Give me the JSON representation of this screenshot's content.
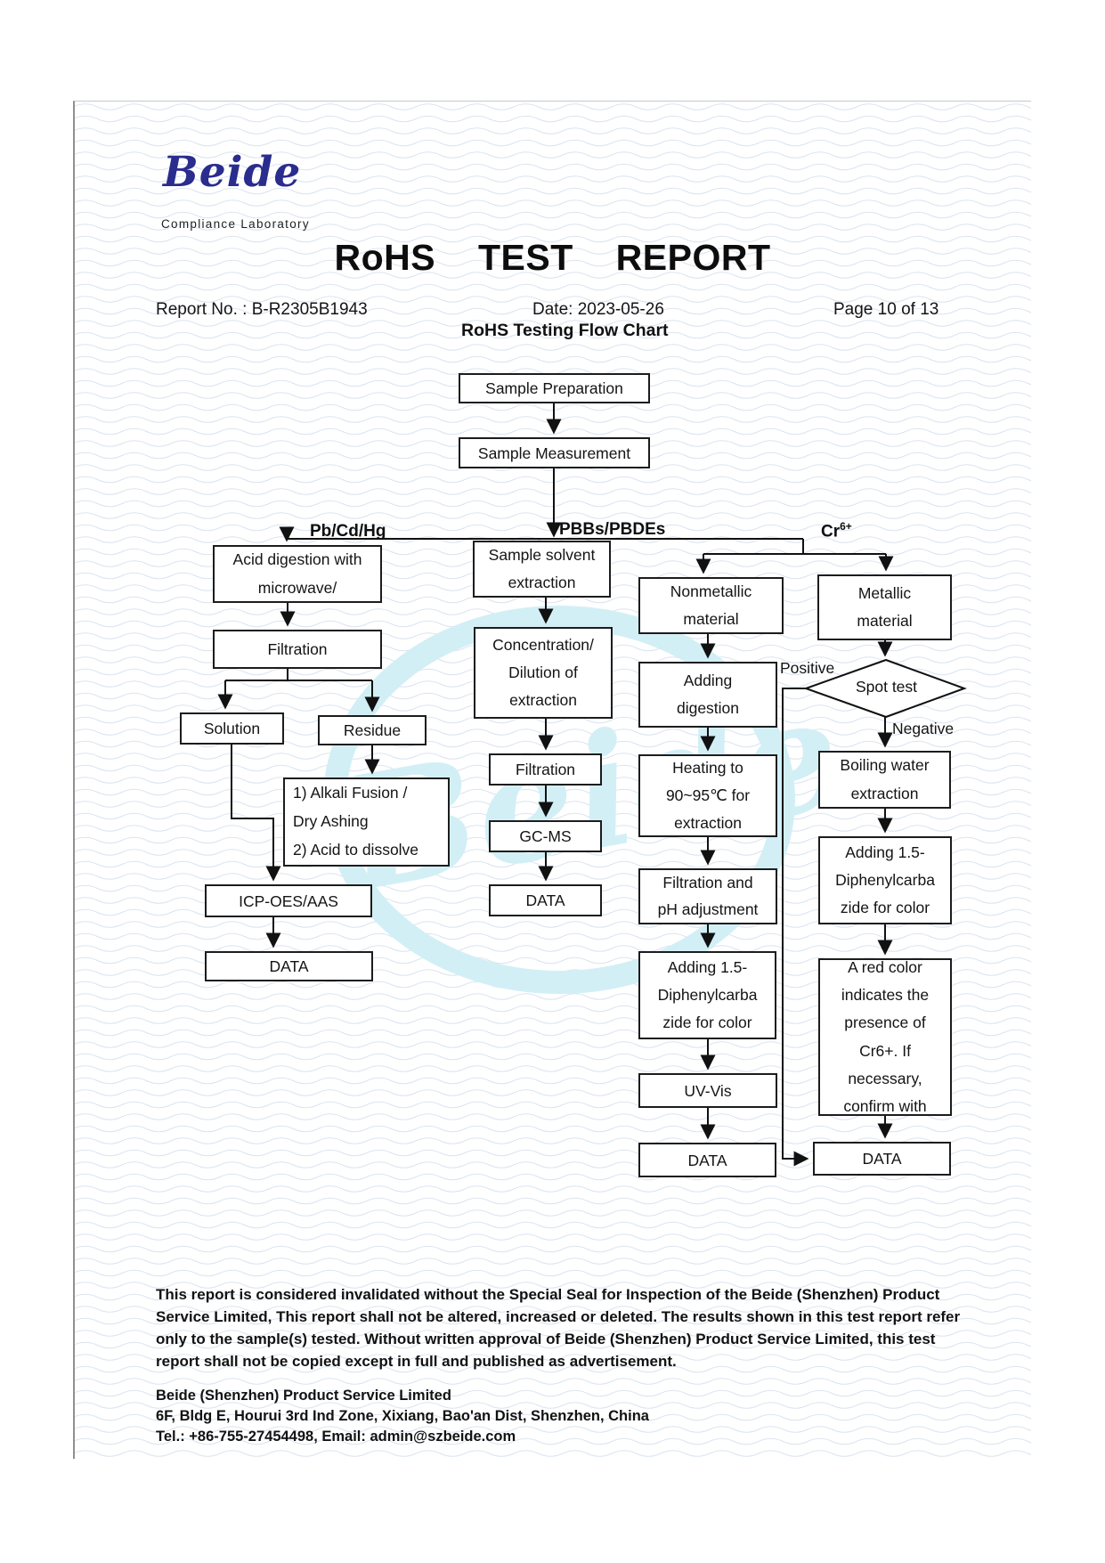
{
  "page": {
    "logo": {
      "brand": "Beide",
      "tagline": "Compliance  Laboratory"
    },
    "title": "RoHS TEST REPORT",
    "report_no": "Report No. : B-R2305B1943",
    "date": "Date: 2023-05-26",
    "page_number": "Page 10 of 13",
    "subtitle": "RoHS Testing Flow Chart"
  },
  "colors": {
    "brand_blue": "#2a2c8e",
    "watermark_cyan": "#d2eff6",
    "line_black": "#111111"
  },
  "flow": {
    "branch_labels": {
      "left": "Pb/Cd/Hg",
      "middle": "PBBs/PBDEs",
      "right_base": "Cr",
      "right_sup": "6+"
    },
    "decision_labels": {
      "positive": "Positive",
      "negative": "Negative"
    },
    "boxes": {
      "sample_prep": {
        "lines": [
          "Sample Preparation"
        ]
      },
      "sample_meas": {
        "lines": [
          "Sample Measurement"
        ]
      },
      "acid": {
        "lines": [
          "Acid digestion with",
          "microwave/"
        ]
      },
      "filtration1": {
        "lines": [
          "Filtration"
        ]
      },
      "solution": {
        "lines": [
          "Solution"
        ]
      },
      "residue": {
        "lines": [
          "Residue"
        ]
      },
      "alkali": {
        "lines": [
          "1) Alkali Fusion /",
          "Dry Ashing",
          "2) Acid to dissolve"
        ]
      },
      "icp": {
        "lines": [
          "ICP-OES/AAS"
        ]
      },
      "data_left": {
        "lines": [
          "DATA"
        ]
      },
      "solvent": {
        "lines": [
          "Sample solvent",
          "extraction"
        ]
      },
      "concentration": {
        "lines": [
          "Concentration/",
          "Dilution of",
          "extraction"
        ]
      },
      "filtration2": {
        "lines": [
          "Filtration"
        ]
      },
      "gcms": {
        "lines": [
          "GC-MS"
        ]
      },
      "data_mid": {
        "lines": [
          "DATA"
        ]
      },
      "nonmetallic": {
        "lines": [
          "Nonmetallic",
          "material"
        ]
      },
      "digestion": {
        "lines": [
          "Adding",
          "digestion"
        ]
      },
      "heating": {
        "lines": [
          "Heating to",
          "90~95℃ for",
          "extraction"
        ]
      },
      "filtration_ph": {
        "lines": [
          "Filtration and",
          "pH adjustment"
        ]
      },
      "adding_color_mid": {
        "lines": [
          "Adding 1.5-",
          "Diphenylcarba",
          "zide for color"
        ]
      },
      "uvvis": {
        "lines": [
          "UV-Vis"
        ]
      },
      "data_uv": {
        "lines": [
          "DATA"
        ]
      },
      "metallic": {
        "lines": [
          "Metallic",
          "material"
        ]
      },
      "spot_test": {
        "label": "Spot test"
      },
      "boiling": {
        "lines": [
          "Boiling water",
          "extraction"
        ]
      },
      "adding_color_right": {
        "lines": [
          "Adding 1.5-",
          "Diphenylcarba",
          "zide for color"
        ]
      },
      "red_color": {
        "lines": [
          "A red color",
          "indicates the",
          "presence of",
          "Cr6+. If",
          "necessary,",
          "confirm with"
        ]
      },
      "data_right": {
        "lines": [
          "DATA"
        ]
      }
    }
  },
  "footer": {
    "disclaimer_lines": [
      "This report is considered invalidated without the Special Seal for Inspection of the Beide (Shenzhen) Product",
      "Service Limited, This report shall not be altered, increased or deleted. The results shown in this test report refer",
      "only to the sample(s) tested. Without written approval of Beide (Shenzhen) Product Service Limited, this test",
      "report shall not be copied except in full and published as advertisement."
    ],
    "company_lines": [
      "Beide (Shenzhen) Product Service Limited",
      "6F, Bldg E, Hourui 3rd Ind Zone, Xixiang, Bao'an Dist, Shenzhen, China",
      "Tel.: +86-755-27454498, Email: admin@szbeide.com"
    ]
  }
}
